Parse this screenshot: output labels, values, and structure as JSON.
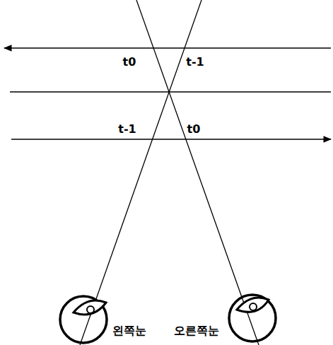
{
  "diagram": {
    "labels": [
      "t0",
      "t-1",
      "t-1",
      "t0",
      "왼쪽눈",
      "오른쪽눈"
    ]
  }
}
